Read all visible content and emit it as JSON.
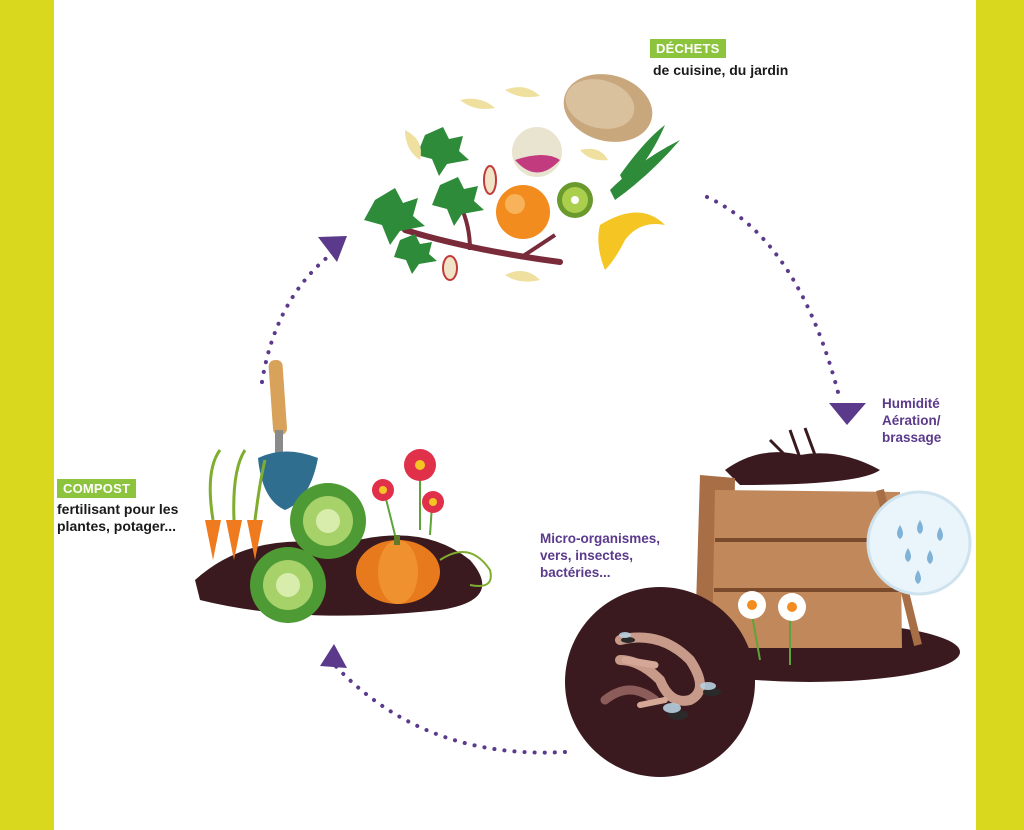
{
  "colors": {
    "side_band": "#d9d81e",
    "panel": "#ffffff",
    "badge": "#8dc43e",
    "cycle_arrow": "#5b3a8c",
    "soil": "#3a1a1f",
    "wood": "#c1895b"
  },
  "dechets": {
    "badge": "DÉCHETS",
    "text": "de cuisine, du jardin"
  },
  "process": {
    "line1": "Humidité",
    "line2": "Aération/",
    "line3": "brassage"
  },
  "organisms": {
    "line1": "Micro-organismes,",
    "line2": "vers, insectes,",
    "line3": "bactéries..."
  },
  "compost": {
    "badge": "COMPOST",
    "line1": "fertilisant pour les",
    "line2": "plantes, potager..."
  },
  "icons": [
    "kitchen-waste-illustration",
    "compost-bin-illustration",
    "water-droplets-icon",
    "worms-insects-icon",
    "garden-harvest-illustration",
    "trowel-icon"
  ]
}
